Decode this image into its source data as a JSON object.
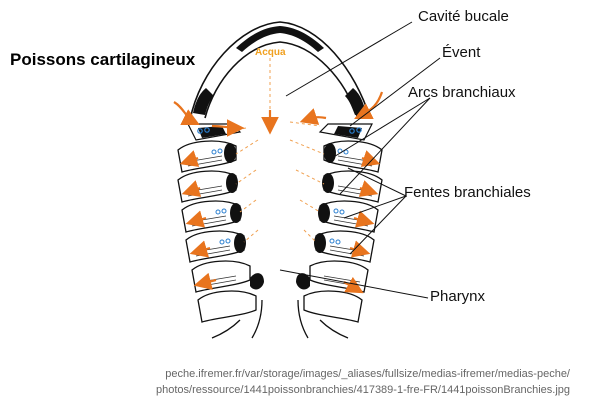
{
  "title": "Poissons cartilagineux",
  "labels": {
    "cavite_buccale": "Cavité bucale",
    "event": "Évent",
    "arcs": "Arcs branchiaux",
    "fentes": "Fentes branchiales",
    "pharynx": "Pharynx",
    "acqua": "Acqua"
  },
  "source": {
    "line1": "peche.ifremer.fr/var/storage/images/_aliases/fullsize/medias-ifremer/medias-peche/",
    "line2": "photos/ressource/1441poissonbranchies/417389-1-fre-FR/1441poissonBranchies.jpg"
  },
  "colors": {
    "ink": "#111111",
    "water_arrow": "#e8741e",
    "water_dash": "#f0a050",
    "gill_dot": "#2a7fd0"
  }
}
